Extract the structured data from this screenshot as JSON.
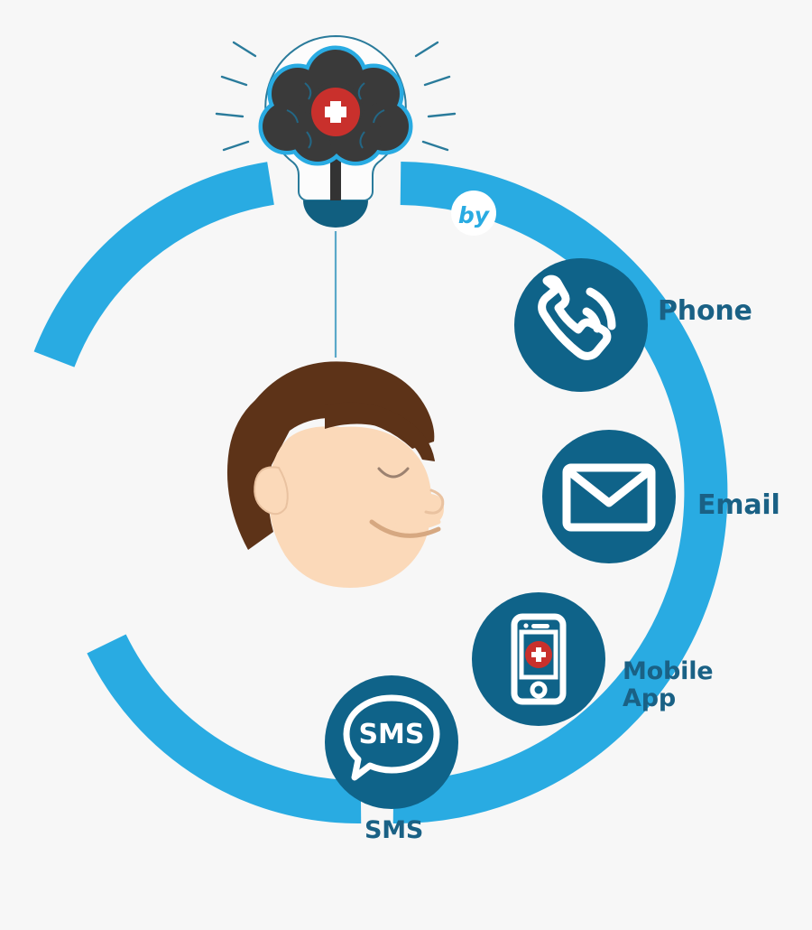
{
  "meta": {
    "background_color": "#f7f7f7",
    "arc_color": "#29abe2",
    "node_circle_color": "#0f6389",
    "label_color": "#1a6185",
    "accent_red": "#c9302c",
    "hair_color": "#5d3318",
    "skin_color": "#fbd9b9",
    "brain_color": "#3a3a3a",
    "bulb_outline_color": "#2a7b9b"
  },
  "center": {
    "figure": "thinking-person-head",
    "bulb": {
      "icon": "lightbulb-icon",
      "inner_icon": "brain-icon",
      "badge_icon": "medical-plus-icon",
      "rays_count_left": 4,
      "rays_count_right": 4
    }
  },
  "badge": {
    "label": "by",
    "color": "#29abe2",
    "background": "#ffffff"
  },
  "channels": [
    {
      "id": "phone",
      "label": "Phone",
      "icon": "phone-call-icon",
      "circle_color": "#0f6389",
      "label_color": "#1a6185"
    },
    {
      "id": "email",
      "label": "Email",
      "icon": "envelope-icon",
      "circle_color": "#0f6389",
      "label_color": "#1a6185"
    },
    {
      "id": "mobile-app",
      "label": "Mobile\nApp",
      "label_line1": "Mobile",
      "label_line2": "App",
      "icon": "smartphone-icon",
      "circle_color": "#0f6389",
      "label_color": "#1a6185"
    },
    {
      "id": "sms",
      "label": "SMS",
      "icon": "sms-speech-bubble-icon",
      "icon_text": "SMS",
      "circle_color": "#0f6389",
      "label_color": "#1a6185"
    }
  ]
}
